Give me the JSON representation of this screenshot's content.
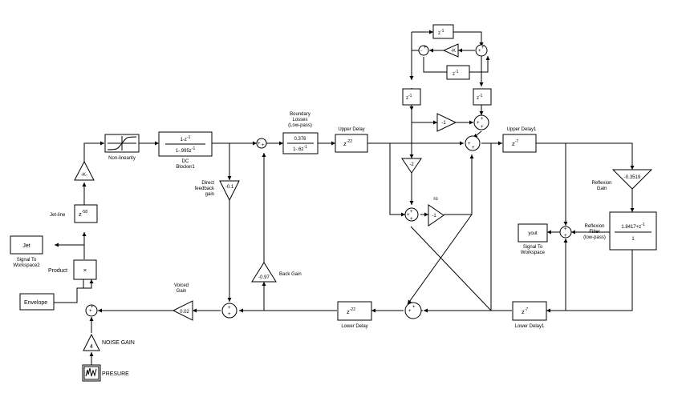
{
  "blocks": {
    "pressure": {
      "label": "PRESURE"
    },
    "noise_gain": {
      "value": "4",
      "label": "NOISE GAIN"
    },
    "envelope": {
      "value": "Envelope"
    },
    "product": {
      "value": "×",
      "label": "Product"
    },
    "jet_ws": {
      "value": "Jet",
      "label1": "Signal To",
      "label2": "Workspace2"
    },
    "jet_line": {
      "base": "z",
      "exp": "-58",
      "label": "Jet-line"
    },
    "k_gain": {
      "value": "-K-"
    },
    "nonlinearity": {
      "label": "Non-linearity"
    },
    "dc_blocker": {
      "num": "1-z",
      "num_exp": "-1",
      "den": "1-.995z",
      "den_exp": "-1",
      "label1": "DC",
      "label2": "Blocker1"
    },
    "direct_gain": {
      "value": "-0.1",
      "label1": "Direct",
      "label2": "feedback",
      "label3": "gain"
    },
    "back_gain": {
      "value": "-0.97",
      "label": "Back Gain"
    },
    "voiced_gain": {
      "value": "0.02",
      "label1": "Voiced",
      "label2": "Gain"
    },
    "boundary": {
      "num": "0.376",
      "den": "1-.6z",
      "den_exp": "-1",
      "label1": "Boundary",
      "label2": "Losses",
      "label3": "(Low-pass)"
    },
    "upper_delay": {
      "base": "z",
      "exp": "-22",
      "label": "Upper Delay"
    },
    "lower_delay": {
      "base": "z",
      "exp": "-22",
      "label": "Lower Delay"
    },
    "gain_neg2": {
      "value": "-2"
    },
    "gain_neg1_top": {
      "value": "-1"
    },
    "gain_neg1_ro": {
      "value": "-1",
      "label": "ro"
    },
    "loop_k": {
      "value": "-K"
    },
    "loop_z_top": {
      "base": "z",
      "exp": "-1"
    },
    "loop_z_mid": {
      "base": "z",
      "exp": "-1"
    },
    "loop_z_left": {
      "base": "z",
      "exp": "-1"
    },
    "loop_z_right": {
      "base": "z",
      "exp": "-1"
    },
    "upper_delay1": {
      "base": "z",
      "exp": "-7",
      "label": "Upper Delay1"
    },
    "lower_delay1": {
      "base": "z",
      "exp": "-7",
      "label": "Lower Delay1"
    },
    "reflexion_gain": {
      "value": "-0.3519",
      "label1": "Reflexion",
      "label2": "Gain"
    },
    "reflexion_filter": {
      "num": "1.8417+z",
      "num_exp": "-1",
      "den": "1",
      "label1": "Reflexion",
      "label2": "Filter",
      "label3": "(low-pass)"
    },
    "yout_ws": {
      "value": "yout",
      "label1": "Signal To",
      "label2": "Workspace"
    }
  }
}
